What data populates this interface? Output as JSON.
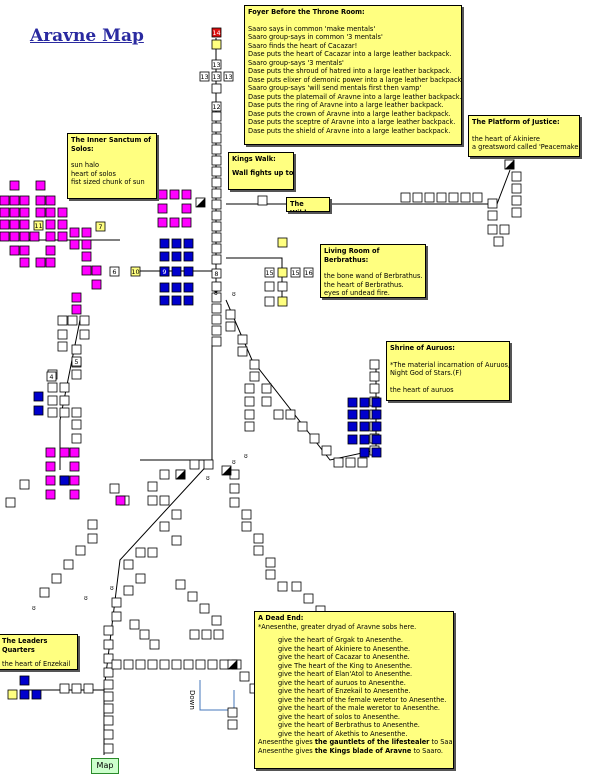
{
  "title": "Aravne Map",
  "colors": {
    "room": "#ffffff",
    "magenta": "#ff00ff",
    "blue": "#0000cc",
    "yellow": "#ffff80",
    "red": "#dd1111",
    "green": "#ccffcc",
    "line": "#000000",
    "exit": "#4477bb"
  },
  "room_labels": {
    "l14": "14",
    "l13a": "13",
    "l13b": "13",
    "l13c": "13",
    "l13d": "13",
    "l12": "12",
    "l11": "11",
    "l7": "7",
    "l10": "10",
    "l9": "9",
    "l8": "8",
    "l6": "6",
    "l15a": "15",
    "l15b": "15",
    "l16": "16",
    "l5": "5",
    "l4": "4"
  },
  "exit_label": "Down",
  "map_button": "Map",
  "notes": {
    "foyer": {
      "title": "Foyer Before the Throne Room:",
      "lines": [
        "Saaro says in common 'make mentals'",
        "Saaro group-says in common '3 mentals'",
        "Saaro finds the heart of Cacazar!",
        "Dase puts the heart of Cacazar into a large leather backpack.",
        "Saaro group-says '3 mentals'",
        "Dase puts the shroud of hatred into a large leather backpack.",
        "Dase puts elixer of demonic power into a large leather backpack.",
        "Saaro group-says 'will send mentals first then vamp'",
        "Dase puts the platemail of Aravne into a large leather backpack.",
        "Dase puts the ring of Aravne into a large leather backpack.",
        "Dase puts the crown of Aravne into a large leather backpack.",
        "Dase puts the sceptre of Aravne into a large leather backpack.",
        "Dase puts the shield of Aravne into a large leather backpack."
      ]
    },
    "sanctum": {
      "title": "The Inner Sanctum of Solos:",
      "lines": [
        "sun halo",
        "heart of solos",
        "fist sized chunk of sun"
      ]
    },
    "kings_walk": {
      "title": "Kings Walk:",
      "lines": [
        "Wall fights up to throne room"
      ]
    },
    "platform": {
      "title": "The Platform of Justice:",
      "lines": [
        "the heart of Akiniere",
        "a greatsword called 'Peacemaker'"
      ]
    },
    "wilds": {
      "title": "The Wilds:"
    },
    "berbrathus": {
      "title": "Living Room of Berbrathus:",
      "lines": [
        "the bone wand of Berbrathus.",
        "the heart of Berbrathus.",
        "eyes of undead fire."
      ]
    },
    "auruos": {
      "title": "Shrine of Auruos:",
      "lines": [
        "*The material incarnation of Auruos,",
        "Night God of Stars.(F)",
        "the heart of auruos"
      ]
    },
    "leaders": {
      "title": "The Leaders Quarters",
      "lines": [
        "the heart of Enzekail"
      ]
    },
    "dead_end": {
      "title": "A Dead End:",
      "intro": "*Anesenthe, greater dryad of Aravne sobs here.",
      "gives": [
        "give  the heart of Grgak to Anesenthe.",
        "give  the heart of Akiniere to Anesenthe.",
        "give  the heart of Cacazar to Anesenthe.",
        "give  The heart of the King to Anesenthe.",
        "give  the heart of Elan'Atol to Anesenthe.",
        "give  the heart of auruos to Anesenthe.",
        "give  the heart of Enzekail to Anesenthe.",
        "give  the heart of the female weretor to Anesenthe.",
        "give  the heart of the male weretor to Anesenthe.",
        "give  the heart of solos to Anesenthe.",
        "give  the heart of Berbrathus to Anesenthe.",
        "give  the heart of Akethis to Anesenthe."
      ],
      "reward1_pre": "Anesenthe gives ",
      "reward1_item": "the gauntlets of the lifestealer",
      "reward1_post": " to Saaro.",
      "reward2_pre": "Anesenthe gives ",
      "reward2_item": "the Kings blade of Aravne",
      "reward2_post": " to Saaro."
    }
  }
}
